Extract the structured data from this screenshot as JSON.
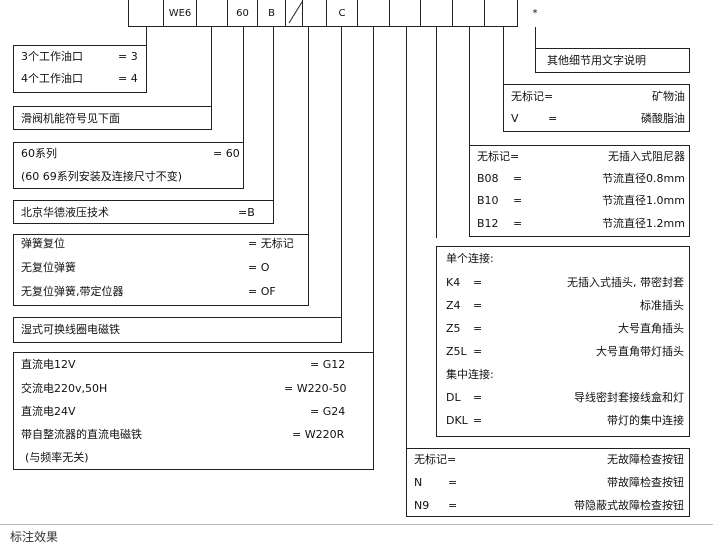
{
  "codes": {
    "c_we6": "WE6",
    "c_60": "60",
    "c_b": "B",
    "c_c": "C",
    "c_star": "*"
  },
  "box_ports": {
    "l1": "3个工作油口",
    "v1": "= 3",
    "l2": "4个工作油口",
    "v2": "= 4"
  },
  "box_symbol": {
    "text": "滑阀机能符号见下面"
  },
  "box_series": {
    "l1": "60系列",
    "v1": "= 60",
    "l2": "(60  69系列安装及连接尺寸不变)"
  },
  "box_beijing": {
    "label": "北京华德液压技术",
    "value": "=B"
  },
  "box_spring": {
    "l1": "弹簧复位",
    "v1": "= 无标记",
    "l2": "无复位弹簧",
    "v2": "= O",
    "l3": "无复位弹簧,带定位器",
    "v3": "= OF"
  },
  "box_wet": {
    "text": "湿式可换线圈电磁铁"
  },
  "box_power": {
    "l1": "直流电12V",
    "v1": "= G12",
    "l2": "交流电220v,50H",
    "v2": "= W220-50",
    "l3": "直流电24V",
    "v3": "= G24",
    "l4": "带自整流器的直流电磁铁",
    "v4": "= W220R",
    "l5": "(与频率无关)"
  },
  "box_other": {
    "text": "其他细节用文字说明"
  },
  "box_oil": {
    "l1": "无标记=",
    "v1": "矿物油",
    "l2": "V",
    "e2": "=",
    "v2": "磷酸脂油"
  },
  "box_damper": {
    "l1": "无标记=",
    "v1": "无插入式阻尼器",
    "l2": "B08",
    "e2": "=",
    "v2": "节流直径0.8mm",
    "l3": "B10",
    "e3": "=",
    "v3": "节流直径1.0mm",
    "l4": "B12",
    "e4": "=",
    "v4": "节流直径1.2mm"
  },
  "box_conn": {
    "h1": "单个连接:",
    "l1": "K4",
    "e1": "=",
    "v1": "无插入式插头, 带密封套",
    "l2": "Z4",
    "e2": "=",
    "v2": "标准插头",
    "l3": "Z5",
    "e3": "=",
    "v3": "大号直角插头",
    "l4": "Z5L",
    "e4": "=",
    "v4": "大号直角带灯插头",
    "h2": "集中连接:",
    "l5": "DL",
    "e5": "=",
    "v5": "导线密封套接线盒和灯",
    "l6": "DKL",
    "e6": "=",
    "v6": "带灯的集中连接"
  },
  "box_button": {
    "l1": "无标记=",
    "v1": "无故障检查按钮",
    "l2": "N",
    "e2": "=",
    "v2": "带故障检查按钮",
    "l3": "N9",
    "e3": "=",
    "v3": "带隐蔽式故障检查按钮"
  },
  "footer": {
    "text": "标注效果"
  }
}
